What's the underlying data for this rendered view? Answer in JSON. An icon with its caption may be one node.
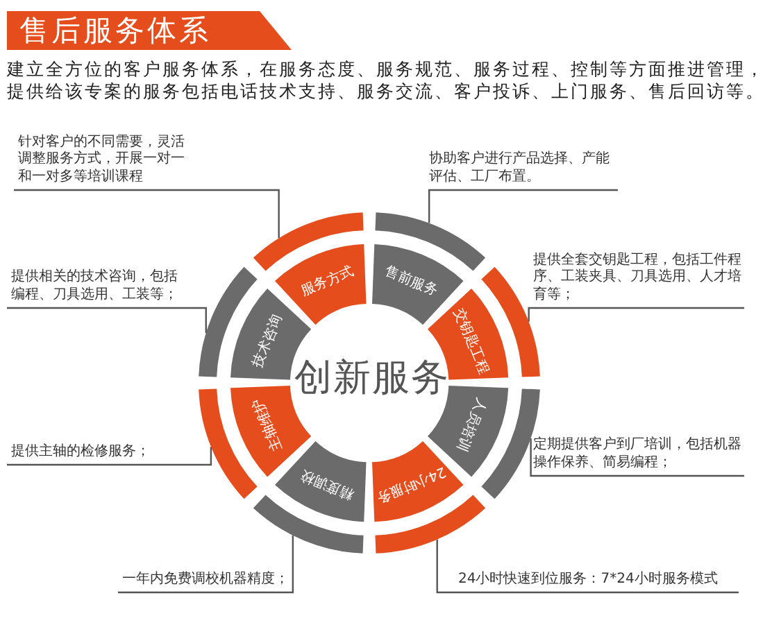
{
  "diagram": {
    "title": "售后服务体系",
    "nodes": [
      {
        "text": [
          "售前服务"
        ]
      },
      {
        "text": [
          "交钥匙工程"
        ]
      },
      {
        "text": [
          "人员培训"
        ]
      },
      {
        "text": [
          "24小时服务"
        ]
      },
      {
        "text": [
          "精度调校"
        ]
      },
      {
        "text": [
          "主轴维护"
        ]
      },
      {
        "text": [
          "技术咨询"
        ]
      },
      {
        "text": [
          "服务方式"
        ]
      },
      {
        "text": [],
        "shape": "arc"
      },
      {
        "text": [],
        "shape": "arc"
      },
      {
        "text": [],
        "shape": "arc"
      },
      {
        "text": [],
        "shape": "arc"
      },
      {
        "text": [],
        "shape": "arc"
      },
      {
        "text": [],
        "shape": "arc"
      },
      {
        "text": [],
        "shape": "arc"
      },
      {
        "text": [],
        "shape": "arc"
      },
      {
        "text": [
          "协助客户进行产品选择、产能评估、工厂布置。"
        ]
      },
      {
        "text": [
          "提供全套交钥匙工程，包括工件程序、工装夹具、刀具选用、人才培育等；"
        ]
      },
      {
        "text": [
          "定期提供客户到厂培训，包括机器操作保养、简易编程；"
        ]
      },
      {
        "text": [
          "24小时快速到位服务：7*24小时服务模式"
        ]
      },
      {
        "text": [
          "一年内免费调校机器精度；"
        ]
      },
      {
        "text": [
          "提供主轴的检修服务；"
        ]
      },
      {
        "text": [
          "提供相关的技术咨询，包括编程、刀具选用、工装等；"
        ]
      },
      {
        "text": [
          "针对客户的不同需要，灵活调整服务方式，开展一对一和一对多等培训课程"
        ]
      }
    ],
    "edges": [
      {
        "from": 16,
        "to": 8,
        "arrow": "none"
      },
      {
        "from": 17,
        "to": 9,
        "arrow": "none"
      },
      {
        "from": 18,
        "to": 10,
        "arrow": "none"
      },
      {
        "from": 19,
        "to": 11,
        "arrow": "none"
      },
      {
        "from": 20,
        "to": 12,
        "arrow": "none"
      },
      {
        "from": 21,
        "to": 13,
        "arrow": "none"
      },
      {
        "from": 22,
        "to": 14,
        "arrow": "none"
      },
      {
        "from": 23,
        "to": 15,
        "arrow": "none"
      }
    ],
    "labels": [
      "建立全方位的客户服务体系，在服务态度、服务规范、服务过程、控制等方面推进管理，提供给该专案的服务包括电话技术支持、服务交流、客户投诉、上门服务、售后回访等。",
      "创新服务"
    ]
  }
}
